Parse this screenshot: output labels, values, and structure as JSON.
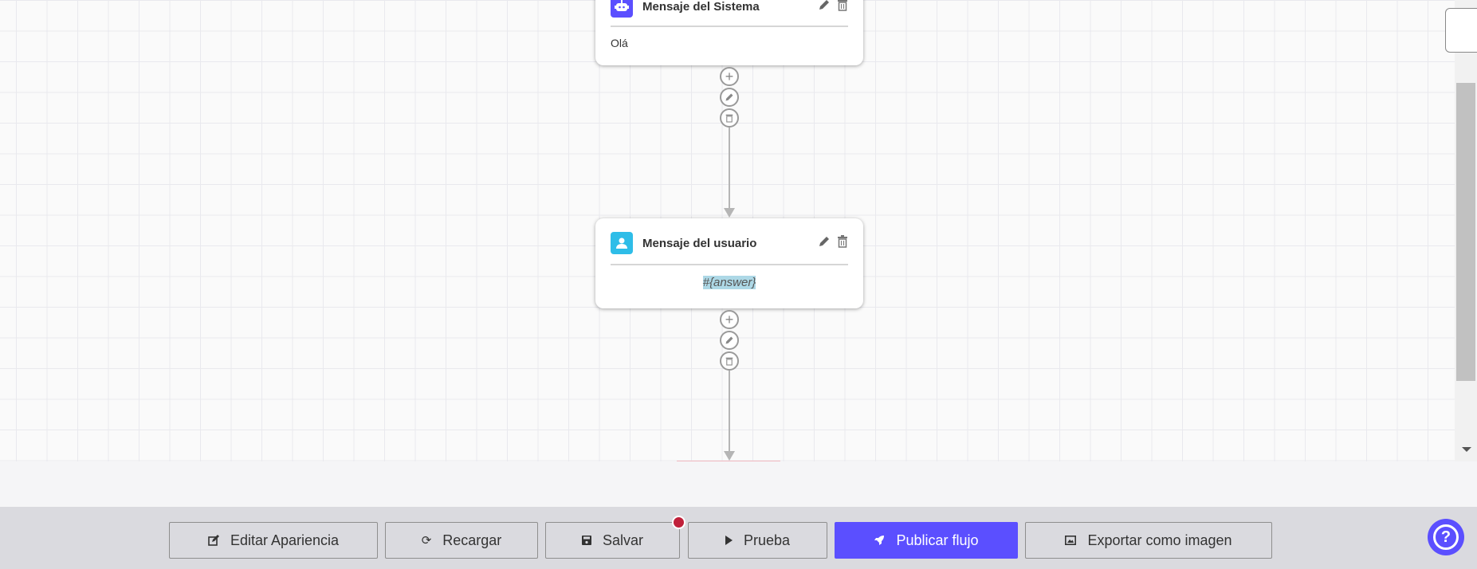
{
  "nodes": [
    {
      "title": "Mensaje del Sistema",
      "content": "Olá",
      "icon": "robot-icon",
      "icon_color": "#5b4fff"
    },
    {
      "title": "Mensaje del usuario",
      "content": "#{answer}",
      "icon": "user-icon",
      "icon_color": "#2ebde8"
    }
  ],
  "toolbar": {
    "edit_appearance": "Editar Apariencia",
    "reload": "Recargar",
    "save": "Salvar",
    "test": "Prueba",
    "publish": "Publicar flujo",
    "export": "Exportar como imagen"
  },
  "colors": {
    "accent": "#5b4fff",
    "unsaved_dot": "#c0203a",
    "highlight": "#add8e6"
  }
}
